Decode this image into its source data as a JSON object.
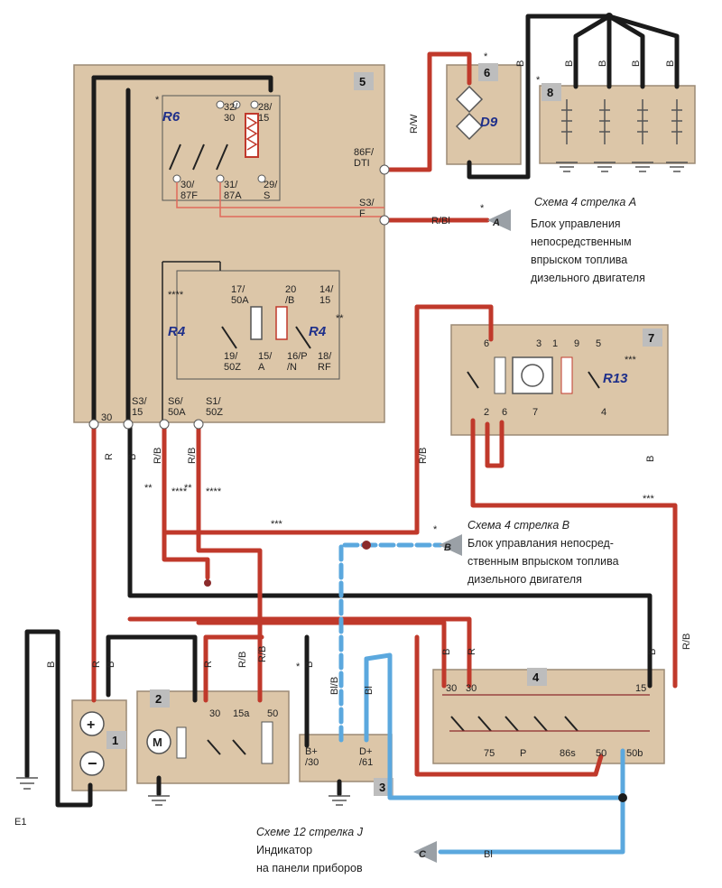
{
  "colors": {
    "red": "#c0392b",
    "black": "#1b1b1b",
    "blue": "#5ba8de",
    "panel": "#dcc6a8",
    "panel_border": "#9b8a75",
    "relay_red": "#e06a5a"
  },
  "components": {
    "c1": "1",
    "c2": "2",
    "c3": "3",
    "c4": "4",
    "c5": "5",
    "c6": "6",
    "c7": "7",
    "c8": "8",
    "r6": "R6",
    "r4a": "R4",
    "r4b": "R4",
    "r13": "R13",
    "d9": "D9",
    "e1": "E1",
    "motor": "M"
  },
  "stars": {
    "s1": "*",
    "s2": "*",
    "s3": "*",
    "s4": "*",
    "s5": "*",
    "s6": "*",
    "s_r4_left": "****",
    "s_r4_right": "**",
    "s_r13": "***",
    "s_mid1": "**",
    "s_mid2": "****",
    "s_mid3": "**",
    "s_mid4": "****",
    "s_h1": "***",
    "s_h2": "***"
  },
  "terminals": {
    "t_32_30": "32/\n30",
    "t_28_15": "28/\n15",
    "t_30_87f": "30/\n87F",
    "t_31_87a": "31/\n87A",
    "t_29_s": "29/\nS",
    "t_86f_dti": "86F/\nDTI",
    "t_s3_f": "S3/\nF",
    "t_17_50a": "17/\n50A",
    "t_20_b": "20\n/B",
    "t_14_15": "14/\n15",
    "t_19_50z": "19/\n50Z",
    "t_15_a": "15/\nA",
    "t_16_pn": "16/P\n/N",
    "t_18_rf": "18/\nRF",
    "t_30": "30",
    "t_s3_15": "S3/\n15",
    "t_s6_50a": "S6/\n50A",
    "t_s1_50z": "S1/\n50Z",
    "r13_pins": [
      "6",
      "3",
      "1",
      "9",
      "5",
      "2",
      "6",
      "7",
      "4"
    ],
    "c2_30": "30",
    "c2_15a": "15a",
    "c2_50": "50",
    "c3_bplus": "B+\n/30",
    "c3_dplus": "D+\n/61",
    "c4_30a": "30",
    "c4_30b": "30",
    "c4_15": "15",
    "c4_75": "75",
    "c4_p": "P",
    "c4_86s": "86s",
    "c4_50": "50",
    "c4_50b": "50b"
  },
  "wires": {
    "rw": "R/W",
    "b_top": "B",
    "b1": "B",
    "b2": "B",
    "b3": "B",
    "b4": "B",
    "rbl": "R/Bl",
    "r_a": "R",
    "b_a": "B",
    "rb_a": "R/B",
    "rb_b": "R/B",
    "rb_c": "R/B",
    "rb_d": "R/B",
    "rb_e": "R/B",
    "b_left": "B",
    "r_left": "R",
    "b_left2": "B",
    "r_c2": "R",
    "rb_c2": "R/B",
    "b_c3": "B",
    "blb": "Bl/B",
    "bl": "Bl",
    "b_c4a": "B",
    "b_c4b": "R",
    "b_c4c": "B",
    "b_c4d": "B",
    "bl_bottom": "Bl"
  },
  "notes": {
    "a_ref": "Схема 4 стрелка A",
    "a_text_1": "Блок управления",
    "a_text_2": "непосредственным",
    "a_text_3": "впрыском топлива",
    "a_text_4": "дизельного двигателя",
    "a_arrow": "A",
    "b_ref": "Схема 4 стрелка B",
    "b_text_1": "Блок управлания непосред-",
    "b_text_2": "ственным впрыском топлива",
    "b_text_3": "дизельного двигателя",
    "b_arrow": "B",
    "c_ref": "Схеме 12 стрелка J",
    "c_text_1": "Индикатор",
    "c_text_2": "на панели приборов",
    "c_arrow": "C"
  }
}
